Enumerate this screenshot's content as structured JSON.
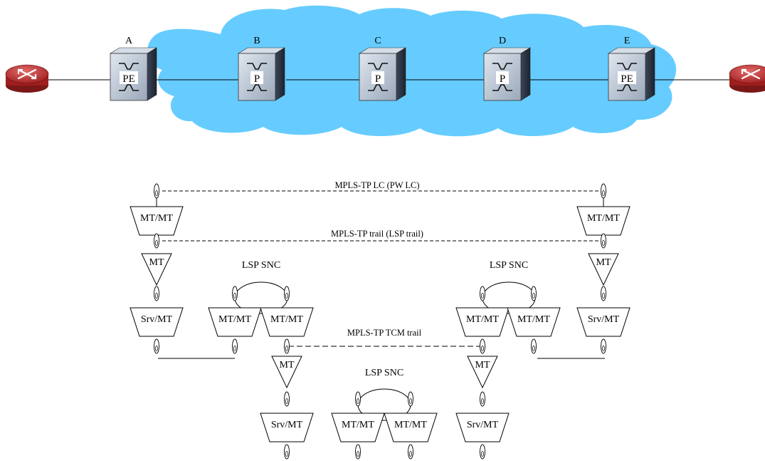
{
  "nodes": [
    {
      "letter": "A",
      "type": "PE"
    },
    {
      "letter": "B",
      "type": "P"
    },
    {
      "letter": "C",
      "type": "P"
    },
    {
      "letter": "D",
      "type": "P"
    },
    {
      "letter": "E",
      "type": "PE"
    }
  ],
  "trails": {
    "pw_lc": "MPLS-TP LC (PW LC)",
    "lsp_trail": "MPLS-TP trail (LSP trail)",
    "tcm_trail": "MPLS-TP TCM trail"
  },
  "snc_label": "LSP SNC",
  "functions": {
    "mt_mt": "MT/MT",
    "mt": "MT",
    "srv_mt": "Srv/MT"
  },
  "colors": {
    "cloud": "#66ccff",
    "router": "#cc3333",
    "switch_face": "#b8c4d4",
    "switch_side": "#2a3444"
  }
}
